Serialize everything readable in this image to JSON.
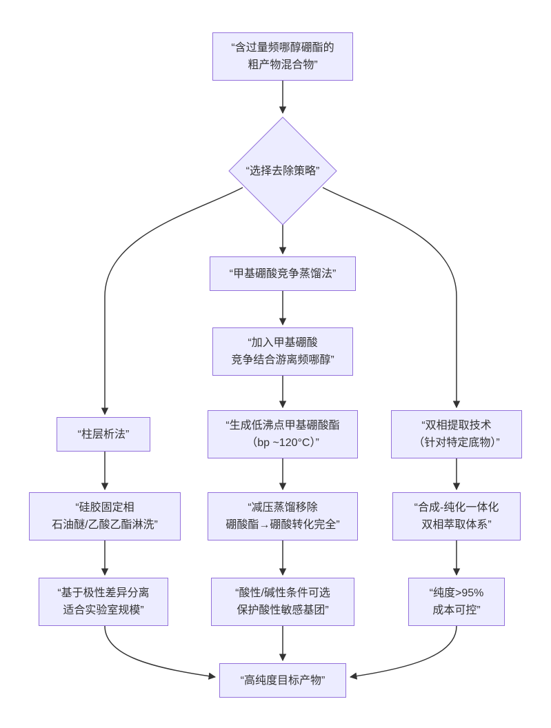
{
  "flowchart": {
    "colors": {
      "background": "#ffffff",
      "node_fill": "#ECECFF",
      "node_border": "#9370DB",
      "edge": "#333333",
      "text": "#333333"
    },
    "nodes": {
      "start": {
        "line1": "“含过量频哪醇硼酯的",
        "line2": "粗产物混合物”"
      },
      "decision": {
        "line1": "“选择去除策略”"
      },
      "methyl_distillation_method": {
        "line1": "“甲基硼酸竞争蒸馏法”"
      },
      "add_methylboronic_acid": {
        "line1": "“加入甲基硼酸",
        "line2": "竞争结合游离频哪醇”"
      },
      "column_chromatography": {
        "line1": "“柱层析法”"
      },
      "low_bp_ester": {
        "line1": "“生成低沸点甲基硼酸酯",
        "line2": "（bp ~120°C）”"
      },
      "biphasic_extraction": {
        "line1": "“双相提取技术",
        "line2": "（针对特定底物）”"
      },
      "silica_stationary_phase": {
        "line1": "“硅胶固定相",
        "line2": "石油醚/乙酸乙酯淋洗”"
      },
      "vacuum_distillation": {
        "line1": "“减压蒸馏移除",
        "line2": "硼酸酯→硼酸转化完全”"
      },
      "integrated_biphasic_system": {
        "line1": "“合成-纯化一体化",
        "line2": "双相萃取体系”"
      },
      "polarity_separation": {
        "line1": "“基于极性差异分离",
        "line2": "适合实验室规模”"
      },
      "acid_base_conditions": {
        "line1": "“酸性/碱性条件可选",
        "line2": "保护酸性敏感基团”"
      },
      "purity_cost": {
        "line1": "“纯度>95%",
        "line2": "成本可控”"
      },
      "end": {
        "line1": "“高纯度目标产物”"
      }
    }
  }
}
